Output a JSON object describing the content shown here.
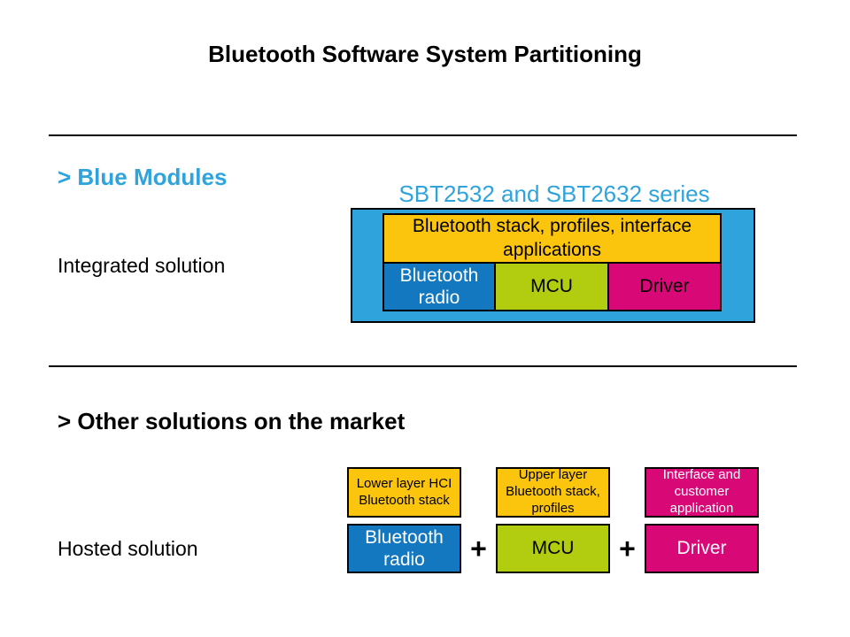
{
  "slide": {
    "title": "Bluetooth Software System Partitioning"
  },
  "colors": {
    "cyan": "#2FA3DC",
    "blue": "#1478C0",
    "yellow": "#FBC40D",
    "green": "#B2CC0F",
    "magenta": "#D90877"
  },
  "section_integrated": {
    "heading": "> Blue Modules",
    "series_label": "SBT2532 and SBT2632 series",
    "stack_box": "Bluetooth stack, profiles, interface applications",
    "boxes": [
      {
        "label": "Bluetooth radio"
      },
      {
        "label": "MCU"
      },
      {
        "label": "Driver"
      }
    ],
    "row_label": "Integrated solution"
  },
  "section_hosted": {
    "heading": "> Other solutions on the market",
    "columns": [
      {
        "top_label": "Lower layer HCI Bluetooth stack",
        "bottom_label": "Bluetooth radio"
      },
      {
        "top_label": "Upper layer Bluetooth stack, profiles",
        "bottom_label": "MCU"
      },
      {
        "top_label": "Interface and customer application",
        "bottom_label": "Driver"
      }
    ],
    "plus": "+",
    "row_label": "Hosted solution"
  }
}
